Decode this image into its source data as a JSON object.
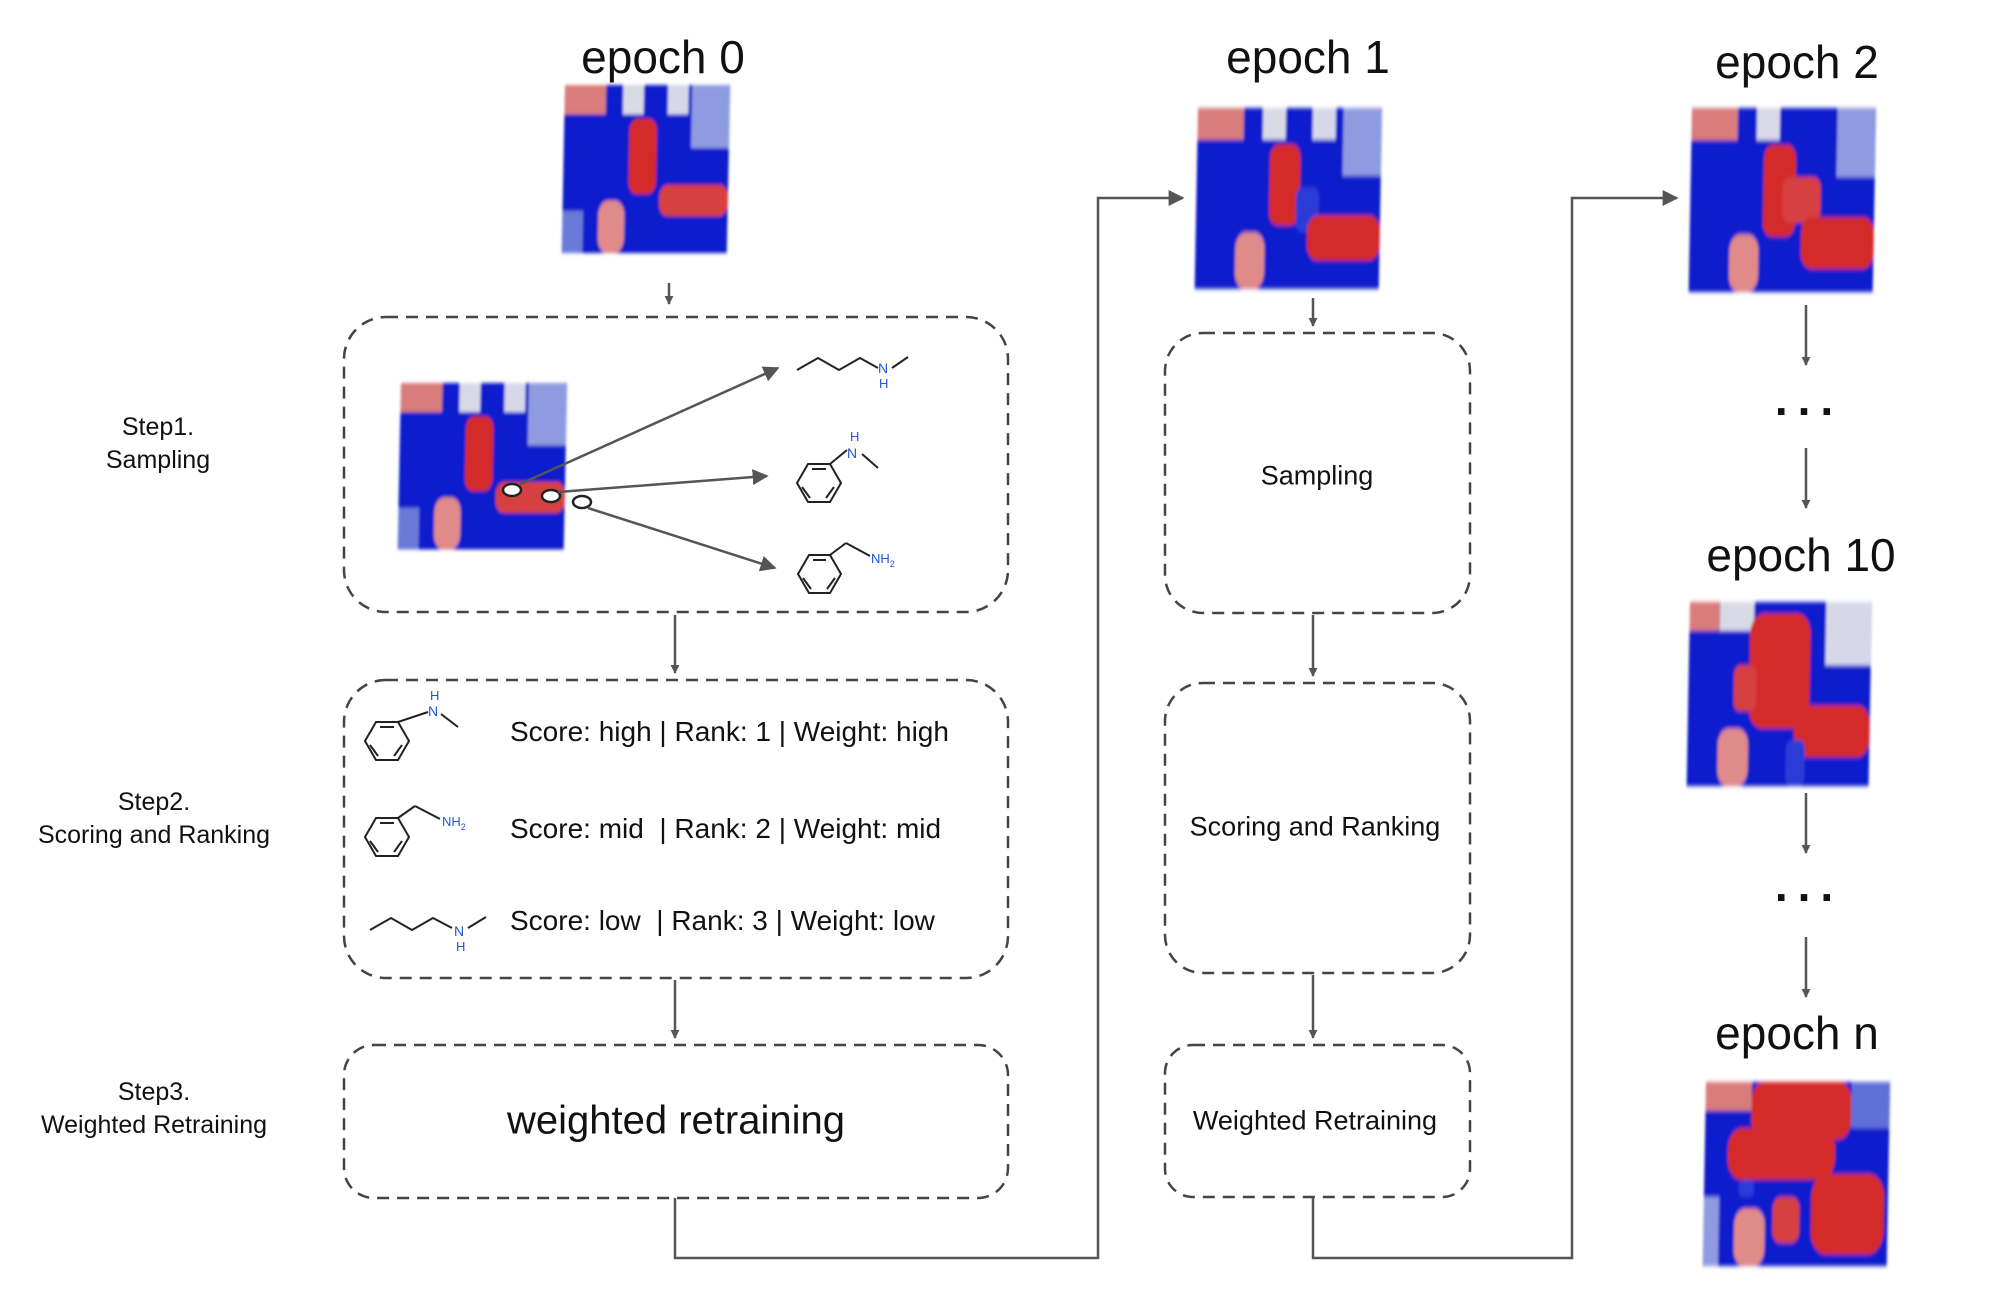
{
  "epochs": {
    "e0": "epoch 0",
    "e1": "epoch 1",
    "e2": "epoch 2",
    "e10": "epoch 10",
    "en": "epoch n"
  },
  "ellipsis": "...",
  "steps": {
    "s1_line1": "Step1.",
    "s1_line2": "Sampling",
    "s2_line1": "Step2.",
    "s2_line2": "Scoring and Ranking",
    "s3_line1": "Step3.",
    "s3_line2": "Weighted Retraining"
  },
  "ranking_rows": [
    "Score: high | Rank: 1 | Weight: high",
    "Score: mid  | Rank: 2 | Weight: mid",
    "Score: low  | Rank: 3 | Weight: low"
  ],
  "retrain_big": "weighted retraining",
  "epoch1_boxes": {
    "sampling": "Sampling",
    "scoring": "Scoring and Ranking",
    "retraining": "Weighted Retraining"
  },
  "molecules": {
    "nh": "N",
    "h": "H",
    "nh2": "NH"
  },
  "colors": {
    "heat_low": "#0a1fcc",
    "heat_high": "#d42a2a",
    "heat_mid": "#d8d8e8",
    "arrow": "#555555",
    "dash": "#444444",
    "hetero_atom": "#2255dd"
  }
}
